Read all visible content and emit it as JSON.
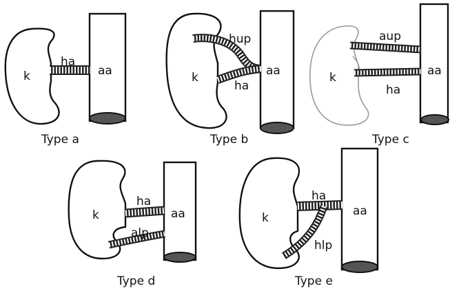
{
  "panels": [
    {
      "id": "a",
      "caption": "Type a",
      "labels": {
        "kidney": "k",
        "aorta": "aa",
        "hilar": "ha"
      }
    },
    {
      "id": "b",
      "caption": "Type b",
      "labels": {
        "kidney": "k",
        "aorta": "aa",
        "hilar": "ha",
        "upper": "hup"
      }
    },
    {
      "id": "c",
      "caption": "Type c",
      "labels": {
        "kidney": "k",
        "aorta": "aa",
        "hilar": "ha",
        "upper": "aup"
      }
    },
    {
      "id": "d",
      "caption": "Type d",
      "labels": {
        "kidney": "k",
        "aorta": "aa",
        "hilar": "ha",
        "lower": "alp"
      }
    },
    {
      "id": "e",
      "caption": "Type e",
      "labels": {
        "kidney": "k",
        "aorta": "aa",
        "hilar": "ha",
        "lower": "hlp"
      }
    }
  ]
}
